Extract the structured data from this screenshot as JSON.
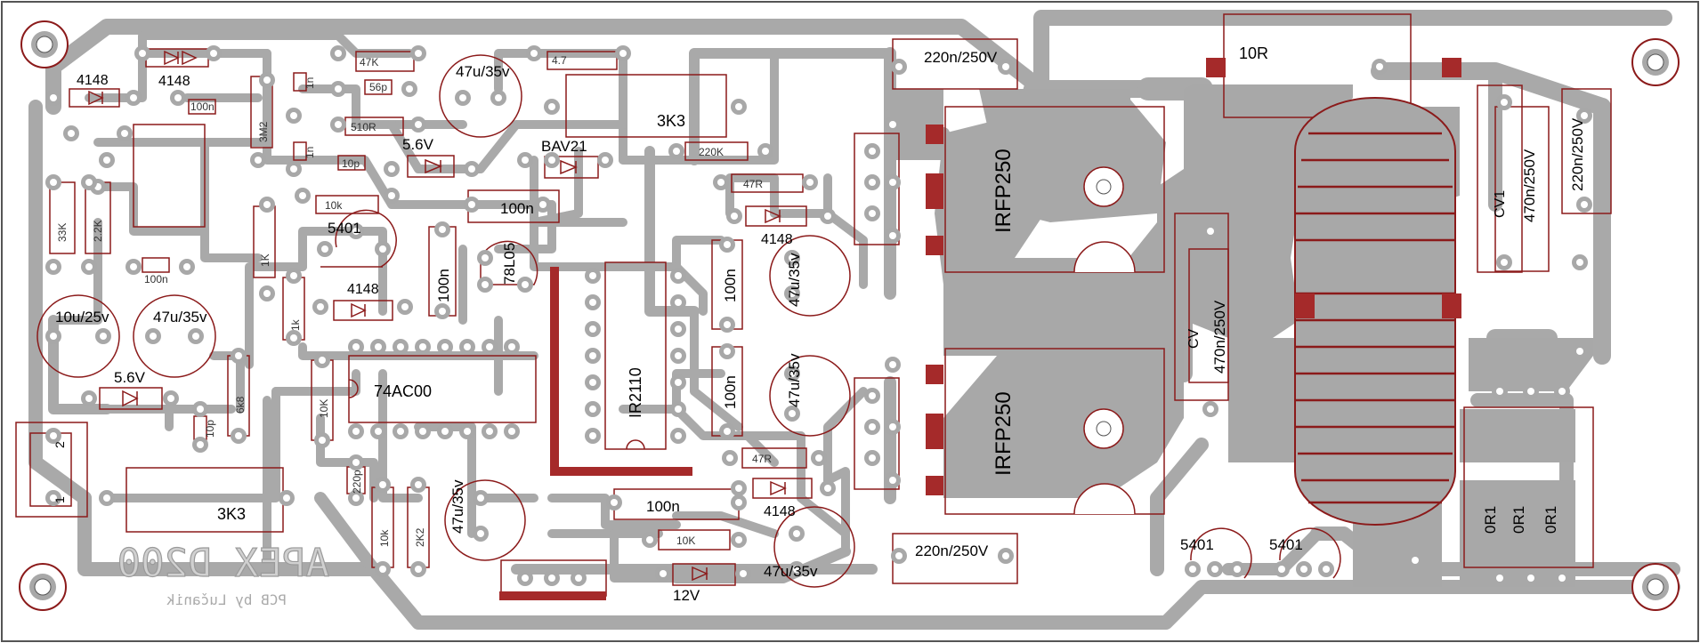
{
  "colors": {
    "trace": "#a9a9a9",
    "copper": "#a8a8a8",
    "silk": "#8b1a1a",
    "pad_fill": "#ffffff",
    "board_edge": "#555555",
    "pad_red": "#a52a2a"
  },
  "title": {
    "main": "APEX D200",
    "sub": "PCB by Lučanik"
  },
  "labels": {
    "d4148_a": "4148",
    "d4148_b": "4148",
    "d4148_c": "4148",
    "d4148_d": "4148",
    "d4148_e": "4148",
    "c100n_a": "100n",
    "c100n_b": "100n",
    "c100n_c": "100n",
    "c100n_d": "100n",
    "c100n_e": "100n",
    "c100n_f": "100n",
    "c100n_g": "100n",
    "r47k": "47K",
    "c56p": "56p",
    "c47u_a": "47u/35v",
    "c47u_b": "47u/35v",
    "c47u_c": "47u/35v",
    "c47u_d": "47u/35v",
    "c47u_e": "47u/35v",
    "c47u_f": "47u/35v",
    "r4_7": "4.7",
    "c220n_a": "220n/250V",
    "c220n_b": "220n/250V",
    "c220n_c": "220n/250V",
    "r10r": "10R",
    "r3m2": "3M2",
    "c1n_a": "1n",
    "c1n_b": "1n",
    "r510r": "510R",
    "z5v6_a": "5.6V",
    "z5v6_b": "5.6V",
    "r3k3_a": "3K3",
    "r3k3_b": "3K3",
    "bav21": "BAV21",
    "r220k": "220K",
    "r47r_a": "47R",
    "r47r_b": "47R",
    "c10p_a": "10p",
    "c10p_b": "10p",
    "r10k_a": "10k",
    "r10k_b": "10K",
    "r10k_c": "10k",
    "r10k_d": "10K",
    "r33k": "33K",
    "r2_2k": "2.2K",
    "q5401_a": "5401",
    "q5401_b": "5401",
    "q5401_c": "5401",
    "reg78l05": "78L05",
    "r1k_a": "1K",
    "r1k_b": "1k",
    "c10u": "10u/25v",
    "r6k8": "6k8",
    "ic74ac00": "74AC00",
    "ir2110": "IR2110",
    "irfp250_a": "IRFP250",
    "irfp250_b": "IRFP250",
    "cv1": "CV1",
    "c470n_a": "470n/250V",
    "cv": "CV",
    "c470n_b": "470n/250V",
    "r0r1_a": "0R1",
    "r0r1_b": "0R1",
    "r0r1_c": "0R1",
    "z12v": "12V",
    "c220p": "220p",
    "r2k2": "2K2",
    "conn_pin1": "1",
    "conn_pin2": "2"
  }
}
